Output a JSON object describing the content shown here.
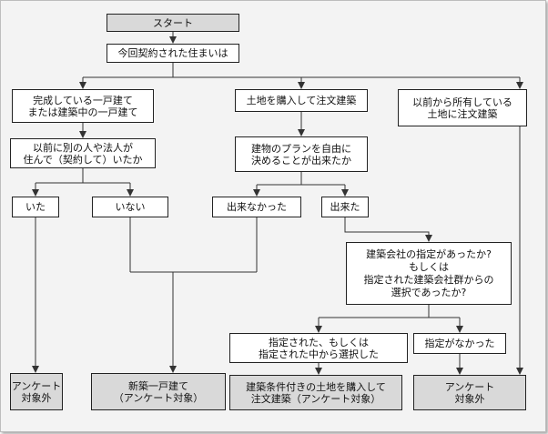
{
  "nodes": {
    "start": "スタート",
    "contract": "今回契約された住まいは",
    "completed": "完成している一戸建て\nまたは建築中の一戸建て",
    "land_purchase": "土地を購入して注文建築",
    "owned_land": "以前から所有している\n土地に注文建築",
    "previously_lived": "以前に別の人や法人が\n住んで（契約して）いたか",
    "free_plan": "建物のプランを自由に\n決めることが出来たか",
    "yes_lived": "いた",
    "no_lived": "いない",
    "could_not": "出来なかった",
    "could": "出来た",
    "builder_specified": "建築会社の指定があったか?\nもしくは\n指定された建築会社群からの\n選択であったか?",
    "specified": "指定された、もしくは\n指定された中から選択した",
    "not_specified": "指定がなかった",
    "out_of_survey_1": "アンケート\n対象外",
    "new_house": "新築一戸建て\n（アンケート対象）",
    "conditional_land": "建築条件付きの土地を購入して\n注文建築（アンケート対象）",
    "out_of_survey_2": "アンケート\n対象外"
  },
  "colors": {
    "line": "#333333",
    "box_border": "#222222",
    "gray_box": "#d9d9d9",
    "background": "#f3f3f3"
  }
}
